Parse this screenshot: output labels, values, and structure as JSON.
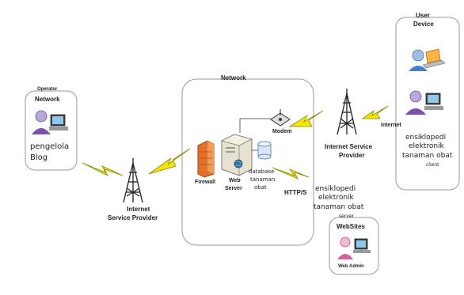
{
  "user_device": {
    "title_line1": "User",
    "title_line2": "Device",
    "text_line1": "ensiklopedi",
    "text_line2": "elektronik",
    "text_line3": "tanaman obat",
    "client": "client"
  },
  "operator": {
    "title_line1": "Operator",
    "title_line2": "Network",
    "text_line1": "pengelola",
    "text_line2": "Blog"
  },
  "network": {
    "title": "Network",
    "firewall": "Firewall",
    "web_server_line1": "Web",
    "web_server_line2": "Server",
    "database_line1": "database",
    "database_line2": "tanaman",
    "database_line3": "obat",
    "modem": "Modem"
  },
  "isp_left": {
    "line1": "Internet",
    "line2": "Service Provider"
  },
  "isp_right": {
    "line1": "Internet Service",
    "line2": "Provider"
  },
  "internet_label": "Internet",
  "http": "HTTP/S",
  "server_text": {
    "line1": "ensiklopedi",
    "line2": "elektronik",
    "line3": "tanaman obat",
    "server": "server"
  },
  "websites": {
    "title": "WebSites",
    "admin": "Web Admin"
  },
  "colors": {
    "box_border": "#9a9a9a",
    "lightning": "#f2e600",
    "lightning_stroke": "#8a8a00",
    "tower": "#222222",
    "firewall": "#e0702a",
    "person_body": "#7a4fb0",
    "person_body_alt": "#d65fa0"
  }
}
